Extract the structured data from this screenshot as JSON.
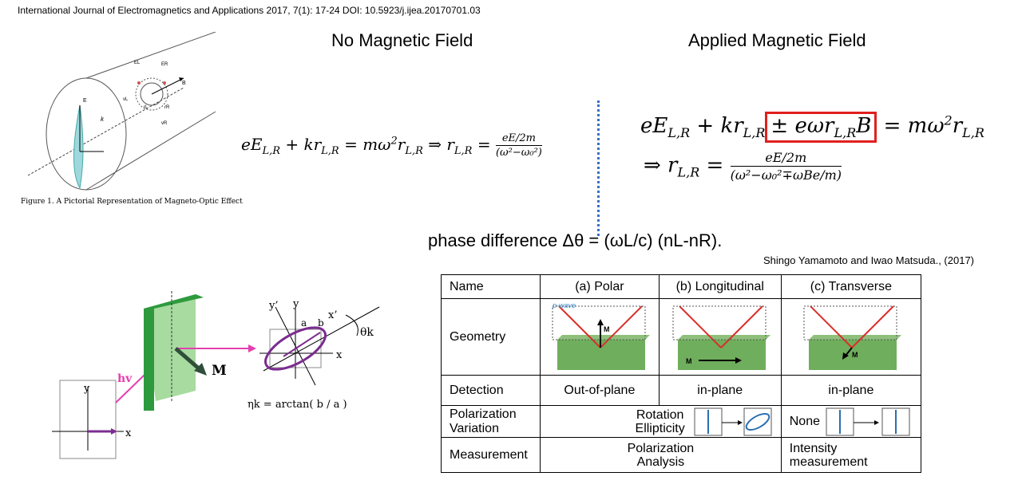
{
  "citation": "International Journal of Electromagnetics and Applications 2017, 7(1): 17-24 DOI: 10.5923/j.ijea.20170701.03",
  "heading_left": "No Magnetic Field",
  "heading_right": "Applied Magnetic Field",
  "figure1": {
    "caption": "Figure 1.   A Pictorial Representation of Magneto-Optic Effect",
    "labels": {
      "E": "E",
      "k": "k",
      "B": "B",
      "EL": "EL",
      "ER": "ER",
      "vL": "vL",
      "vR": "vR",
      "rL": "rL",
      "rR": "rR"
    }
  },
  "eq_left": {
    "lhs": "eE",
    "lhs_sub": "L,R",
    "mid": " + kr",
    "mid_sub": "L,R",
    "eq": " = mω",
    "sup2": "2",
    "r": "r",
    "r_sub": "L,R",
    "implies": " ⇒ r",
    "implies_sub": "L,R",
    "equals": " = ",
    "num": "eE/2m",
    "den": "(ω²−ω₀²)"
  },
  "eq_right": {
    "line1_a": "eE",
    "line1_a_sub": "L,R",
    "line1_b": " + kr",
    "line1_b_sub": "L,R",
    "boxed": "± eωr",
    "boxed_sub": "L,R",
    "boxed_tail": "B",
    "line1_c": " = mω",
    "line1_c_sup": "2",
    "line1_d": "r",
    "line1_d_sub": "L,R",
    "line2": "⇒ r",
    "line2_sub": "L,R",
    "line2_eq": " = ",
    "num": "eE/2m",
    "den": "(ω²−ω₀²∓ωBe/m)"
  },
  "phase_difference": "phase difference Δθ = (ωL/c) (nL-nR).",
  "credit": "Shingo Yamamoto and Iwao Matsuda., (2017)",
  "kerr_figure": {
    "labels": {
      "hv": "hv",
      "M": "M",
      "x": "x",
      "y": "y",
      "xp": "x’",
      "yp": "y’",
      "a": "a",
      "b": "b",
      "theta": "θk",
      "eta": "ηk = arctan( b / a )"
    }
  },
  "table": {
    "headers": [
      "Name",
      "(a) Polar",
      "(b) Longitudinal",
      "(c) Transverse"
    ],
    "geometry_label": "Geometry",
    "pwave": "p-wave",
    "m_label": "M",
    "detection_label": "Detection",
    "detection": [
      "Out-of-plane",
      "in-plane",
      "in-plane"
    ],
    "polarization_label_1": "Polarization",
    "polarization_label_2": "Variation",
    "rotation": "Rotation",
    "ellipticity": "Ellipticity",
    "none": "None",
    "measurement_label": "Measurement",
    "pol_analysis_1": "Polarization",
    "pol_analysis_2": "Analysis",
    "intensity_1": "Intensity",
    "intensity_2": "measurement"
  },
  "colors": {
    "red_box": "#e0201e",
    "dotted_line": "#3a6fc4",
    "green_slab": "#6fae5c",
    "magenta": "#e43fb0",
    "purple": "#7b2c8f",
    "arrow_red": "#d9302a"
  }
}
